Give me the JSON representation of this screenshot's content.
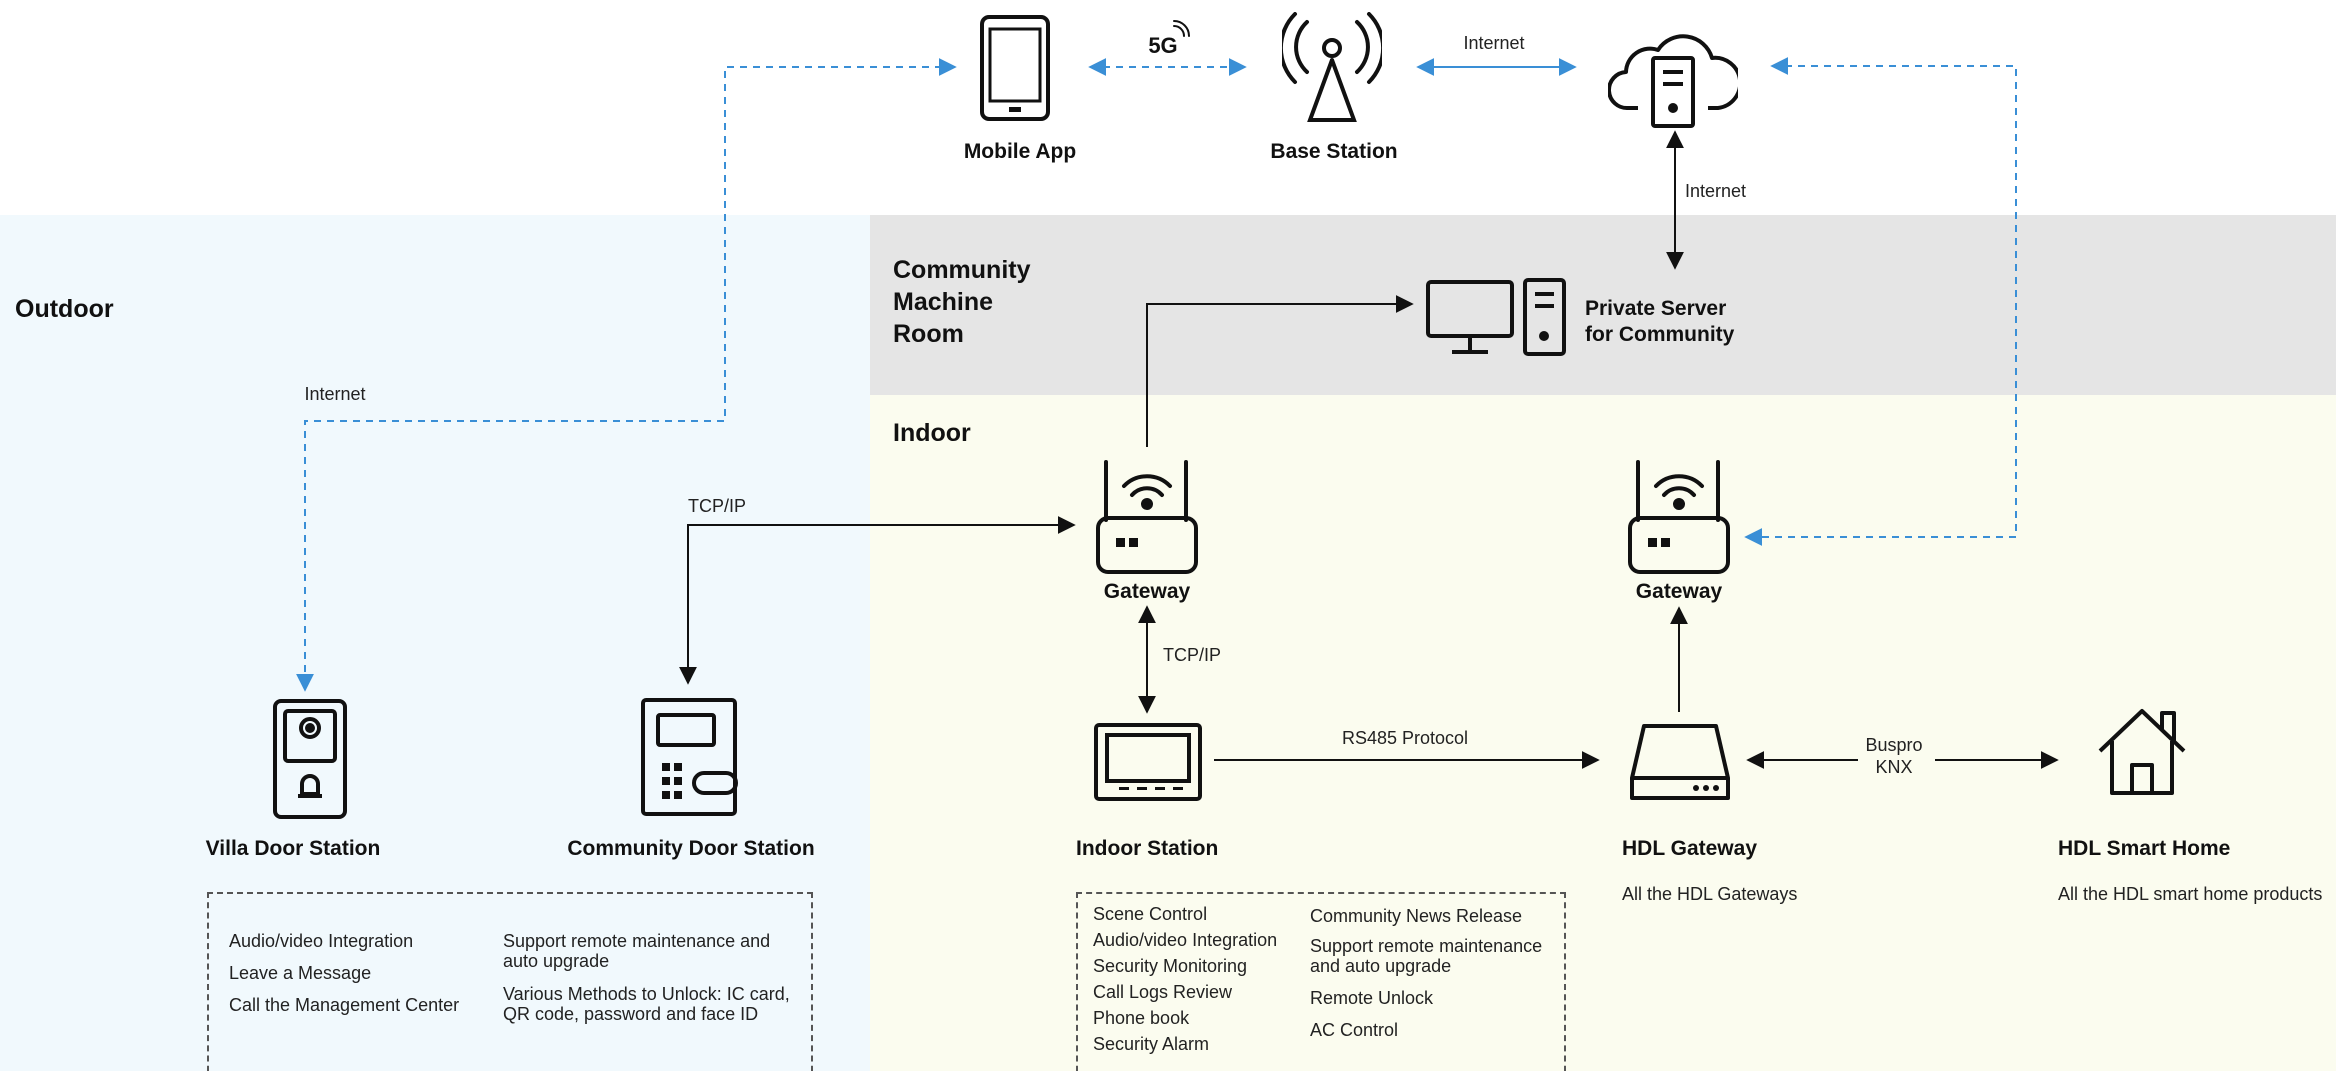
{
  "zones": {
    "outdoor": "Outdoor",
    "machine_room": [
      "Community",
      "Machine",
      "Room"
    ],
    "indoor": "Indoor"
  },
  "nodes": {
    "mobile_app": "Mobile App",
    "base_station": "Base Station",
    "private_server": [
      "Private Server",
      "for Community"
    ],
    "gateway_left": "Gateway",
    "gateway_right": "Gateway",
    "villa_door": "Villa Door Station",
    "community_door": "Community Door Station",
    "indoor_station": "Indoor Station",
    "hdl_gateway": "HDL Gateway",
    "hdl_smart_home": "HDL Smart Home"
  },
  "link_labels": {
    "five_g": "5G",
    "internet_top": "Internet",
    "internet_cloud": "Internet",
    "internet_left": "Internet",
    "tcpip_left": "TCP/IP",
    "tcpip_gateway": "TCP/IP",
    "rs485": "RS485 Protocol",
    "buspro": "Buspro",
    "knx": "KNX"
  },
  "descriptions": {
    "hdl_gateway": "All the HDL Gateways",
    "hdl_smart_home": "All the HDL smart home products"
  },
  "outdoor_features": {
    "col1": [
      "Audio/video Integration",
      "Leave a Message",
      "Call the Management Center"
    ],
    "col2": [
      [
        "Support remote maintenance and",
        "auto upgrade"
      ],
      [
        "Various Methods to Unlock: IC card,",
        "QR code, password and face ID"
      ]
    ]
  },
  "indoor_features": {
    "col1": [
      "Scene Control",
      "Audio/video Integration",
      "Security Monitoring",
      "Call Logs Review",
      "Phone book",
      "Security Alarm"
    ],
    "col2": [
      [
        "Community News Release"
      ],
      [
        "Support remote maintenance",
        "and auto upgrade"
      ],
      [
        "Remote Unlock"
      ],
      [
        "AC Control"
      ]
    ]
  },
  "colors": {
    "outdoor_bg": "#f1f9fd",
    "machine_bg": "#e5e5e5",
    "indoor_bg": "#fbfcef",
    "dashed_link": "#3a8fd6",
    "solid_link": "#111111",
    "icon_stroke": "#111111"
  },
  "icons": [
    "mobile-phone-icon",
    "cell-tower-icon",
    "cloud-server-icon",
    "desktop-computer-icon",
    "router-icon",
    "door-station-icon",
    "keypad-door-station-icon",
    "indoor-monitor-icon",
    "hdl-gateway-box-icon",
    "house-icon"
  ]
}
